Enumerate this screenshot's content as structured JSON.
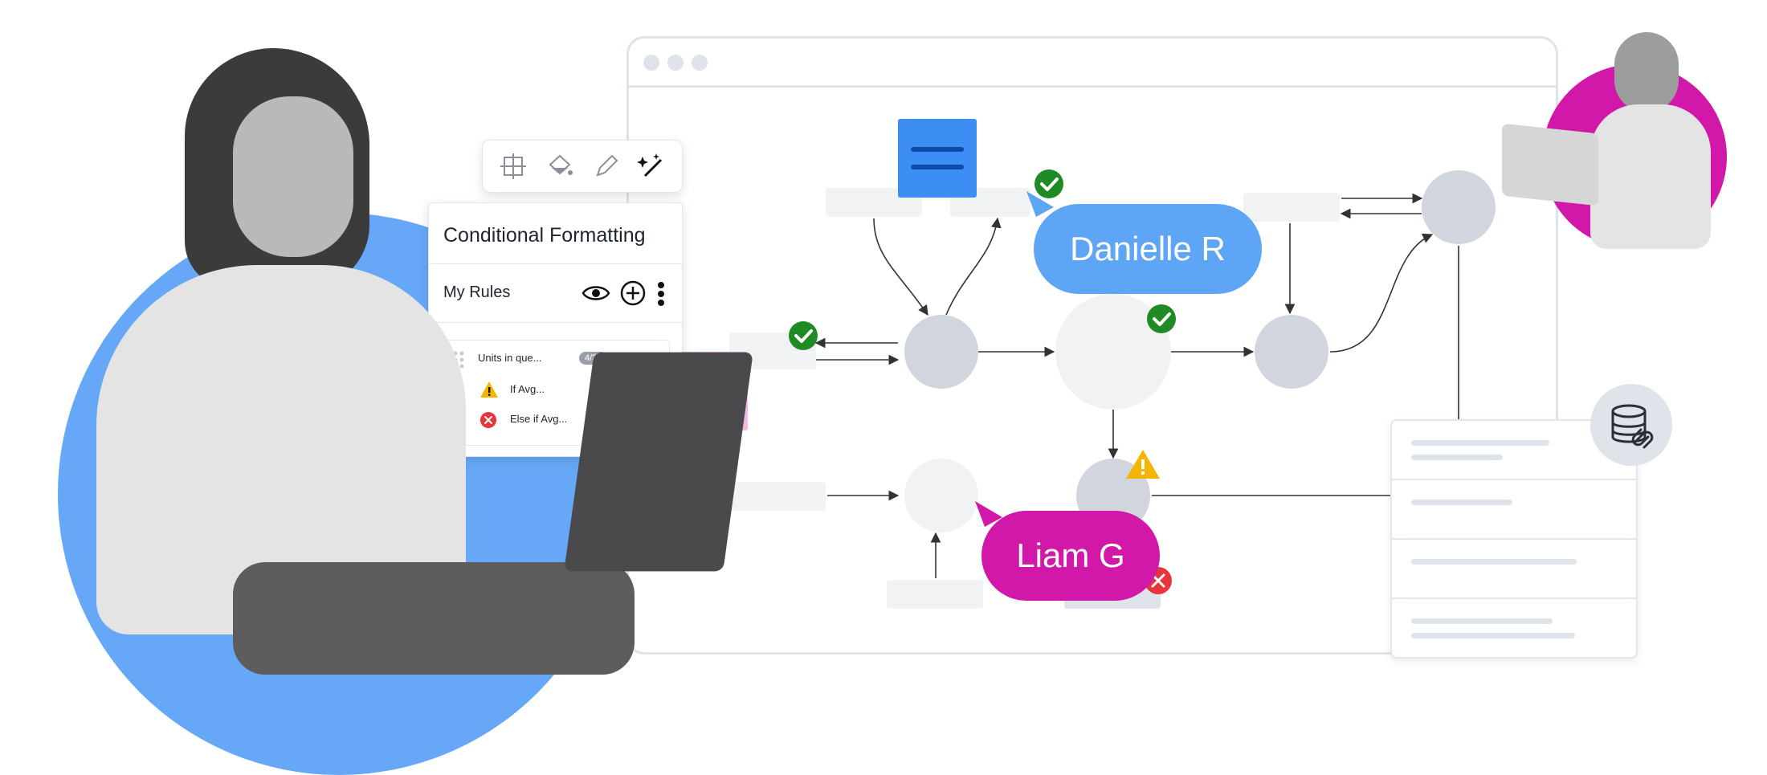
{
  "toolbar": {
    "tools": [
      "frame-icon",
      "fill-bucket-icon",
      "pencil-icon",
      "magic-wand-icon"
    ]
  },
  "conditional_formatting": {
    "title": "Conditional Formatting",
    "my_rules_label": "My Rules",
    "rule": {
      "name": "Units in que...",
      "count_badge": "4/38",
      "conditions": [
        {
          "icon": "warning-icon",
          "label": "If Avg..."
        },
        {
          "icon": "error-icon",
          "label": "Else if Avg..."
        }
      ]
    }
  },
  "collaborators": [
    {
      "name": "Danielle R",
      "color": "#5ea5f5"
    },
    {
      "name": "Liam G",
      "color": "#d118a8"
    }
  ],
  "colors": {
    "accent_blue": "#66a8f7",
    "accent_magenta": "#d118a8",
    "check_green": "#1f8b25",
    "warning_yellow": "#f5b400",
    "error_red": "#e8353b",
    "node_gray": "#d1d6de",
    "light_gray": "#f1f2f4"
  }
}
